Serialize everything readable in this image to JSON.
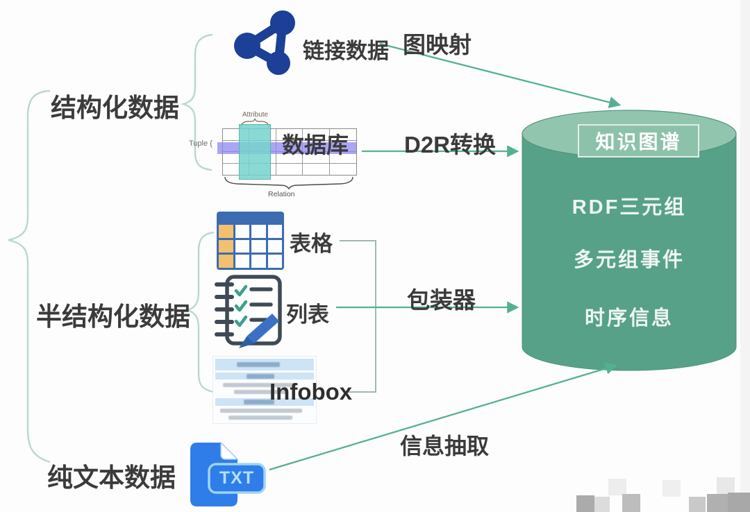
{
  "categories": [
    {
      "label": "结构化数据"
    },
    {
      "label": "半结构化数据"
    },
    {
      "label": "纯文本数据"
    }
  ],
  "sources": {
    "linked_data": {
      "label": "链接数据"
    },
    "database": {
      "label": "数据库",
      "figure": {
        "attribute": "Attribute",
        "tuple": "Tuple {",
        "relation": "Relation"
      }
    },
    "table": {
      "label": "表格"
    },
    "list": {
      "label": "列表"
    },
    "infobox": {
      "label": "Infobox"
    },
    "txt": {
      "label": "TXT"
    }
  },
  "processes": {
    "graph_mapping": "图映射",
    "d2r": "D2R转换",
    "wrapper": "包装器",
    "info_extraction": "信息抽取"
  },
  "knowledge_graph": {
    "title": "知识图谱",
    "items": [
      "RDF三元组",
      "多元组事件",
      "时序信息"
    ]
  },
  "colors": {
    "arrow_green": "#53b190",
    "brace_teal": "#b9d8cd",
    "cylinder_body": "#57a189",
    "cylinder_top": "#92c5ae",
    "kg_box_bg": "#8dc2aa",
    "text_dark": "#3b3b3b",
    "linked_data_blue": "#1c3f97",
    "table_header_blue": "#3d6cb0",
    "table_cell_orange": "#f2c06e",
    "list_check_teal": "#3ba08b",
    "pencil_blue": "#3b70c6",
    "txt_blue": "#2e7de9",
    "infobox_bar_blue": "#cde4f6",
    "db_column_cyan": "#74d4cd",
    "db_row_purple": "#8a84f0"
  }
}
